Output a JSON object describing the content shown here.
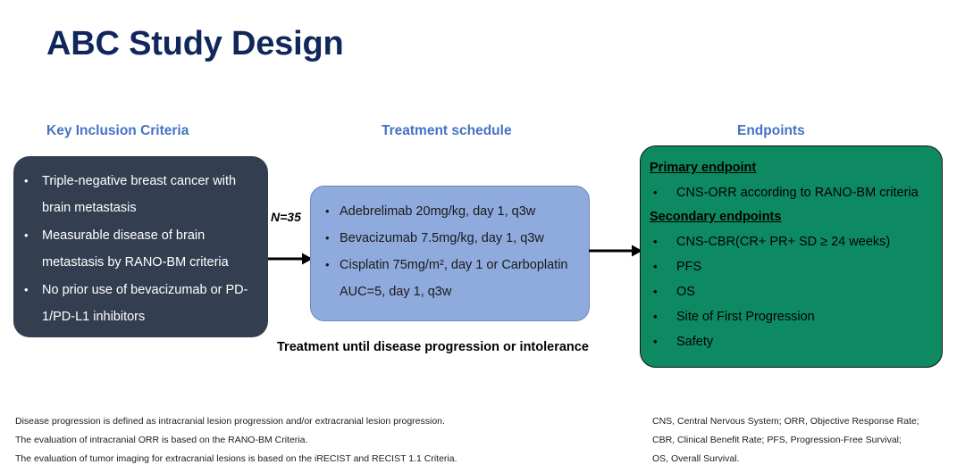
{
  "slide": {
    "title": "ABC Study Design"
  },
  "headers": {
    "inclusion": "Key Inclusion Criteria",
    "treatment": "Treatment schedule",
    "endpoints": "Endpoints"
  },
  "inclusion_box": {
    "bullet_glyph": "•",
    "items": [
      "Triple-negative breast cancer with brain metastasis",
      "Measurable disease of brain metastasis by RANO-BM criteria",
      "No prior use of bevacizumab or PD-1/PD-L1 inhibitors"
    ]
  },
  "treatment_box": {
    "bullet_glyph": "•",
    "items": [
      "Adebrelimab 20mg/kg, day 1, q3w",
      "Bevacizumab 7.5mg/kg, day 1, q3w",
      "Cisplatin 75mg/m², day 1 or Carboplatin AUC=5, day 1, q3w"
    ],
    "caption": "Treatment until disease progression or intolerance"
  },
  "endpoints_box": {
    "bullet_glyph": "•",
    "primary_heading": "Primary endpoint",
    "primary_items": [
      "CNS-ORR according to RANO-BM criteria"
    ],
    "secondary_heading": "Secondary endpoints",
    "secondary_items": [
      "CNS-CBR(CR+ PR+ SD ≥ 24 weeks)",
      "PFS",
      "OS",
      "Site of First Progression",
      "Safety"
    ]
  },
  "flow": {
    "enrollment_label": "N=35"
  },
  "footnotes": {
    "left": [
      "Disease progression is defined as intracranial lesion progression  and/or extracranial lesion progression.",
      "The evaluation of intracranial ORR is based on the RANO-BM Criteria.",
      "The evaluation of tumor imaging for extracranial lesions is based on the iRECIST and RECIST 1.1 Criteria."
    ],
    "right": [
      "CNS, Central Nervous System;  ORR, Objective Response Rate;",
      "CBR, Clinical Benefit Rate; PFS, Progression-Free Survival;",
      "OS, Overall Survival."
    ]
  },
  "colors": {
    "title": "#10265C",
    "header_blue": "#4472C4",
    "inclusion_bg": "#333F50",
    "treatment_bg": "#8FAADC",
    "endpoints_bg": "#0E8A63"
  }
}
